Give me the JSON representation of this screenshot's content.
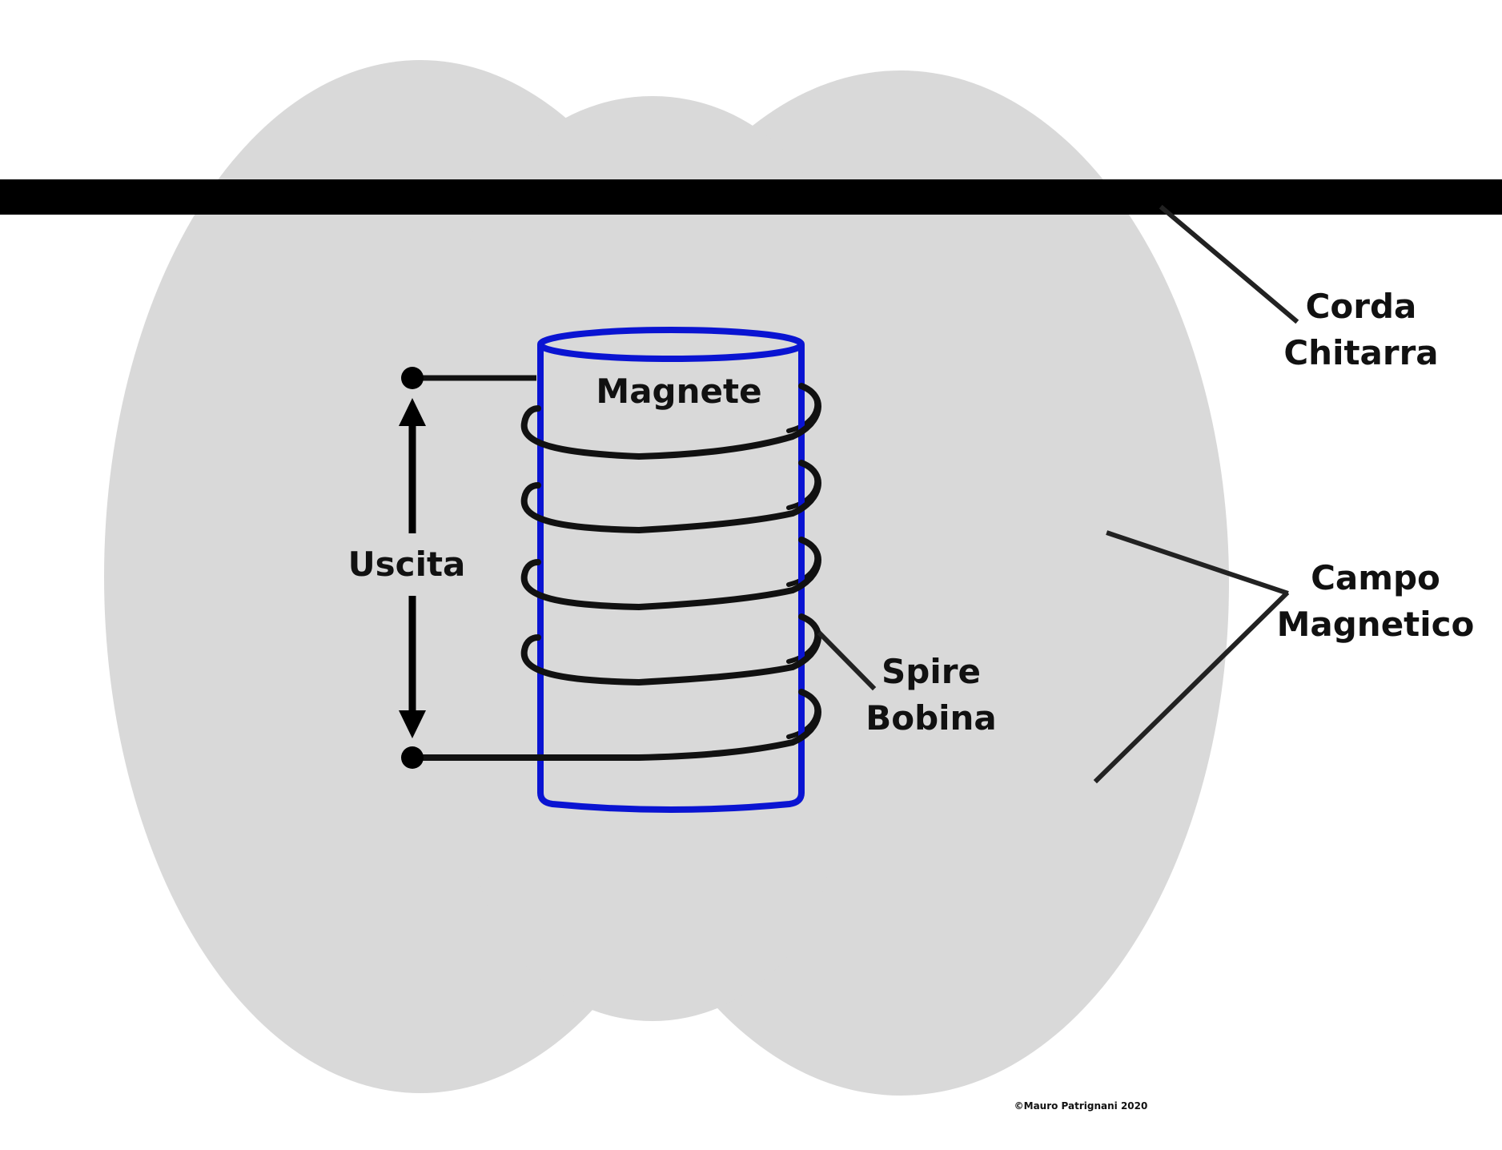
{
  "labels": {
    "string_line1": "Corda",
    "string_line2": "Chitarra",
    "field_line1": "Campo",
    "field_line2": "Magnetico",
    "magnet": "Magnete",
    "coil_line1": "Spire",
    "coil_line2": "Bobina",
    "output": "Uscita"
  },
  "copyright": "©Mauro Patrignani 2020",
  "colors": {
    "field": "#d9d9d9",
    "magnet": "#0a14d2",
    "string": "#000000",
    "wire": "#111111"
  }
}
